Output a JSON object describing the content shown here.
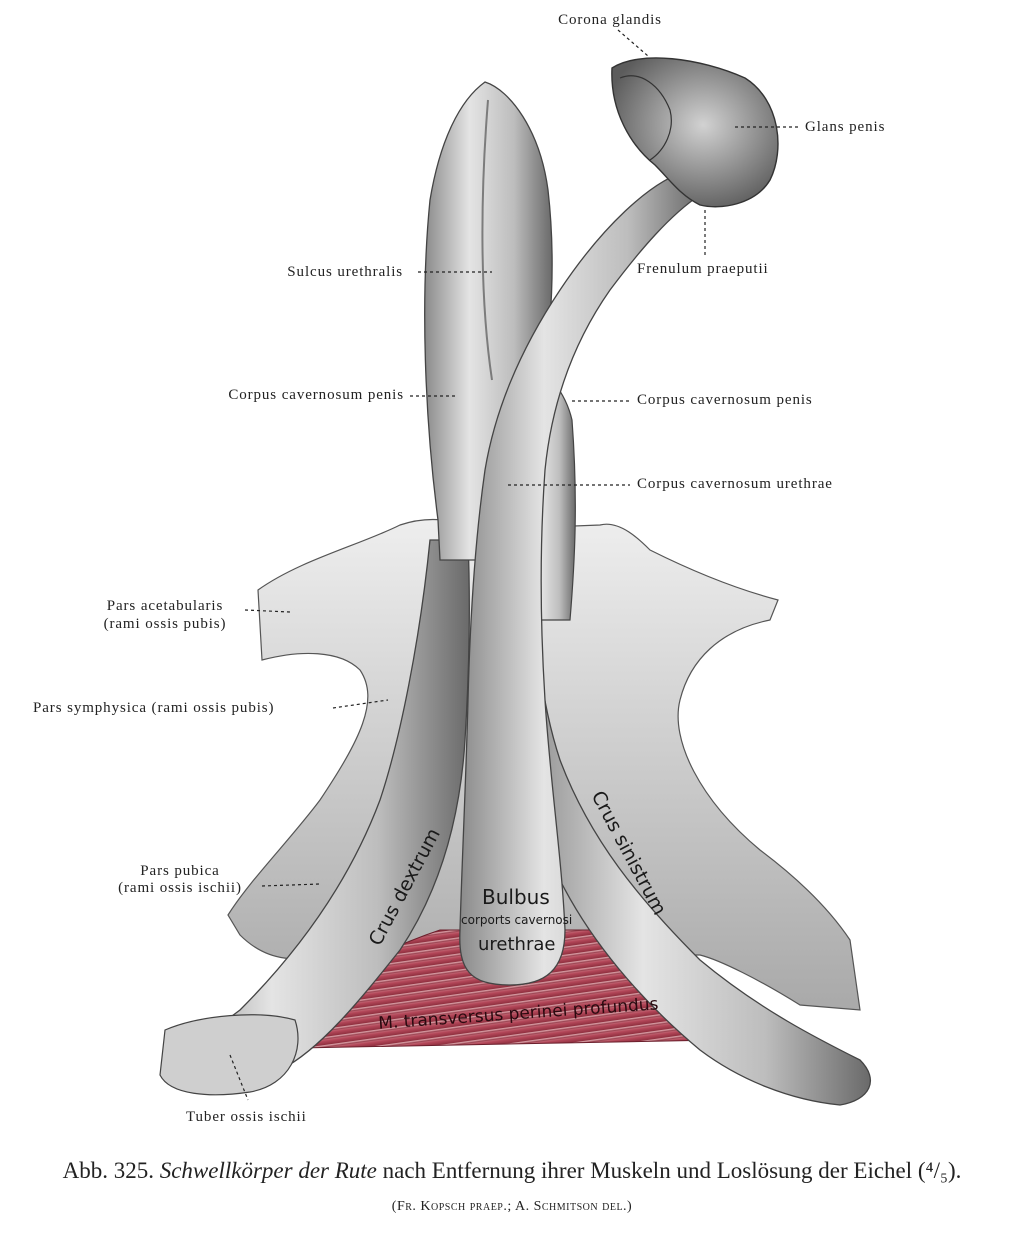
{
  "labels": {
    "corona_glandis": "Corona glandis",
    "glans_penis": "Glans penis",
    "frenulum_praeputii": "Frenulum praeputii",
    "sulcus_urethralis": "Sulcus urethralis",
    "corpus_cavernosum_penis_left": "Corpus cavernosum penis",
    "corpus_cavernosum_penis_right": "Corpus cavernosum penis",
    "corpus_cavernosum_urethrae": "Corpus cavernosum urethrae",
    "pars_acetabularis_1": "Pars acetabularis",
    "pars_acetabularis_2": "(rami ossis pubis)",
    "pars_symphysica": "Pars symphysica (rami ossis pubis)",
    "pars_pubica_1": "Pars pubica",
    "pars_pubica_2": "(rami ossis ischii)",
    "tuber_ossis_ischii": "Tuber ossis ischii"
  },
  "on_image_labels": {
    "crus_dextrum": "Crus dextrum",
    "crus_sinistrum": "Crus sinistrum",
    "bulbus_1": "Bulbus",
    "bulbus_2": "corports cavernosi",
    "bulbus_3": "urethrae",
    "transversus": "M. transversus perinei profundus"
  },
  "caption": {
    "prefix": "Abb. 325.",
    "italic": "Schwellkörper der Rute",
    "rest": "nach Entfernung ihrer Muskeln und Loslösung der Eichel (⁴/₅).",
    "credit": "(Fr. Kopsch praep.; A. Schmitson del.)"
  },
  "colors": {
    "tissue": "#b9b9b9",
    "tissue_dark": "#6f6f6f",
    "bone": "#d6d6d6",
    "muscle": "#b5485a",
    "text": "#222222"
  }
}
